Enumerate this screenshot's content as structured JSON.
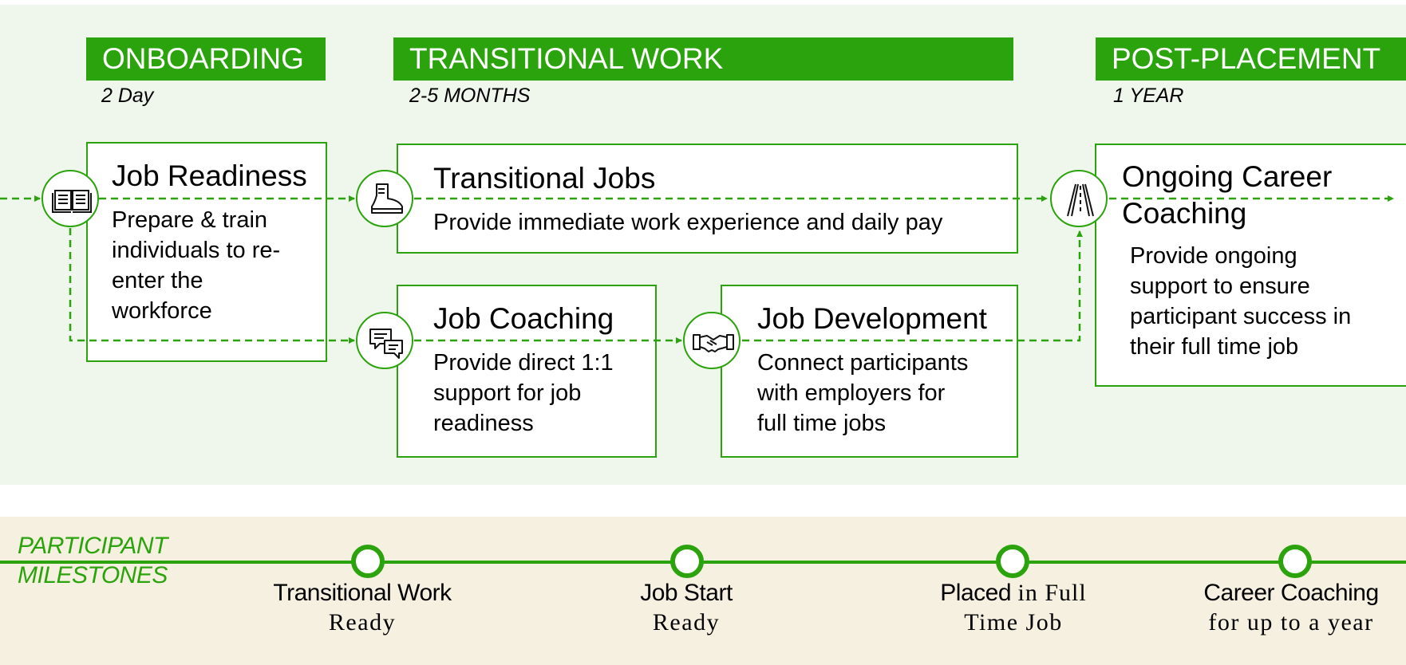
{
  "colors": {
    "accent": "#2ba30c",
    "top_band": "#eff7ec",
    "bottom_band": "#f6f0e1"
  },
  "phases": [
    {
      "title": "ONBOARDING",
      "duration": "2 Day"
    },
    {
      "title": "TRANSITIONAL WORK",
      "duration": "2-5 MONTHS"
    },
    {
      "title": "POST-PLACEMENT",
      "duration": "1 YEAR"
    }
  ],
  "steps": {
    "job_readiness": {
      "title": "Job Readiness",
      "desc": [
        "Prepare & train",
        "individuals to re-",
        "enter the",
        "workforce"
      ],
      "icon": "book-icon"
    },
    "transitional_jobs": {
      "title": "Transitional Jobs",
      "desc": [
        "Provide immediate work experience and daily pay"
      ],
      "icon": "boot-icon"
    },
    "job_coaching": {
      "title": "Job Coaching",
      "desc": [
        "Provide direct 1:1",
        "support for job",
        "readiness"
      ],
      "icon": "chat-bubbles-icon"
    },
    "job_development": {
      "title": "Job Development",
      "desc": [
        "Connect participants",
        "with employers for",
        "full time jobs"
      ],
      "icon": "handshake-icon"
    },
    "ongoing_coaching": {
      "title": [
        "Ongoing Career",
        "Coaching"
      ],
      "desc": [
        "Provide ongoing",
        "support to ensure",
        "participant success in",
        "their full time job"
      ],
      "icon": "road-icon"
    }
  },
  "milestones": {
    "label": [
      "PARTICIPANT",
      "MILESTONES"
    ],
    "items": [
      {
        "title": "Transitional Work",
        "sub": "Ready"
      },
      {
        "title": "Job Start",
        "sub": "Ready"
      },
      {
        "title": "Placed",
        "title_suffix": " in Full",
        "sub": "Time Job"
      },
      {
        "title": "Career Coaching",
        "sub": "for up to a year"
      }
    ]
  }
}
